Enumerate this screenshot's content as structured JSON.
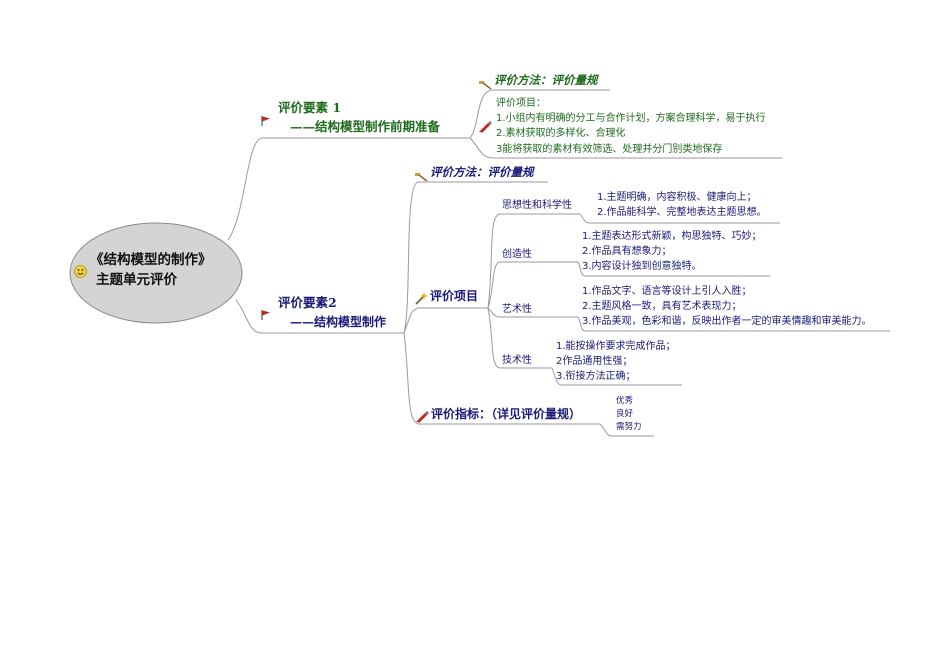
{
  "root": {
    "title": "《结构模型的制作》",
    "subtitle": "主题单元评价",
    "icon": "smiley-icon"
  },
  "branch1": {
    "title": "评价要素 1",
    "subtitle": "——结构模型制作前期准备",
    "icon": "flag-icon",
    "method": {
      "label": "评价方法：评价量规",
      "icon": "hammer-icon"
    },
    "items": {
      "icon": "pen-icon",
      "lines": [
        "评价项目：",
        "1.小组内有明确的分工与合作计划，方案合理科学，易于执行",
        "2.素材获取的多样化、合理化",
        "3能将获取的素材有效筛选、处理并分门别类地保存"
      ]
    }
  },
  "branch2": {
    "title": "评价要素2",
    "subtitle": "——结构模型制作",
    "icon": "flag-icon",
    "method": {
      "label": "评价方法：评价量规",
      "icon": "hammer-icon"
    },
    "project": {
      "label": "评价项目",
      "icon": "wand-icon",
      "categories": [
        {
          "name": "思想性和科学性",
          "lines": [
            "1.主题明确，内容积极、健康向上；",
            "2.作品能科学、完整地表达主题思想。"
          ]
        },
        {
          "name": "创造性",
          "lines": [
            "1.主题表达形式新颖，构思独特、巧妙；",
            "2.作品具有想象力；",
            "3.内容设计独到创意独特。"
          ]
        },
        {
          "name": "艺术性",
          "lines": [
            "1.作品文字、语言等设计上引人入胜；",
            "2.主题风格一致，具有艺术表现力；",
            "3.作品美观，色彩和谐，反映出作者一定的审美情趣和审美能力。"
          ]
        },
        {
          "name": "技术性",
          "lines": [
            "1.能按操作要求完成作品；",
            "2作品通用性强；",
            "3.衔接方法正确；"
          ]
        }
      ]
    },
    "indicator": {
      "label": "评价指标：（详见评价量规）",
      "icon": "pen-icon",
      "levels": [
        "优秀",
        "良好",
        "需努力"
      ]
    }
  },
  "colors": {
    "line": "#9a9a9a",
    "green": "#1f6b1f",
    "navy": "#1a1a7a",
    "oval": "#d4d4d4"
  }
}
